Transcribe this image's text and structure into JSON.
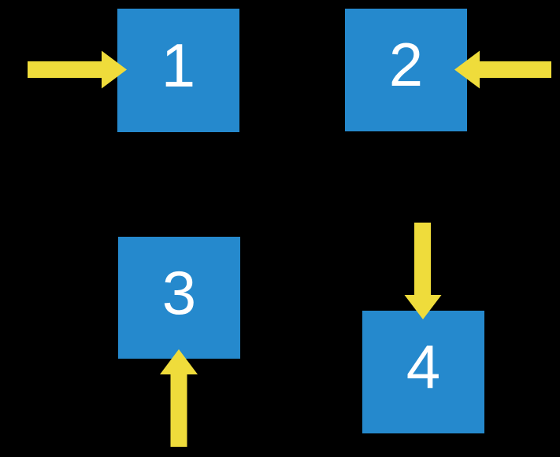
{
  "diagram": {
    "description": "Four numbered squares with arrows indicating entry direction",
    "boxes": [
      {
        "label": "1",
        "arrow_direction": "right",
        "arrow_enters_from": "left"
      },
      {
        "label": "2",
        "arrow_direction": "left",
        "arrow_enters_from": "right"
      },
      {
        "label": "3",
        "arrow_direction": "up",
        "arrow_enters_from": "bottom"
      },
      {
        "label": "4",
        "arrow_direction": "down",
        "arrow_enters_from": "top"
      }
    ]
  },
  "colors": {
    "bg": "#000000",
    "box": "#2589CD",
    "arrow": "#EFDC3B",
    "number": "#FFFFFF"
  }
}
